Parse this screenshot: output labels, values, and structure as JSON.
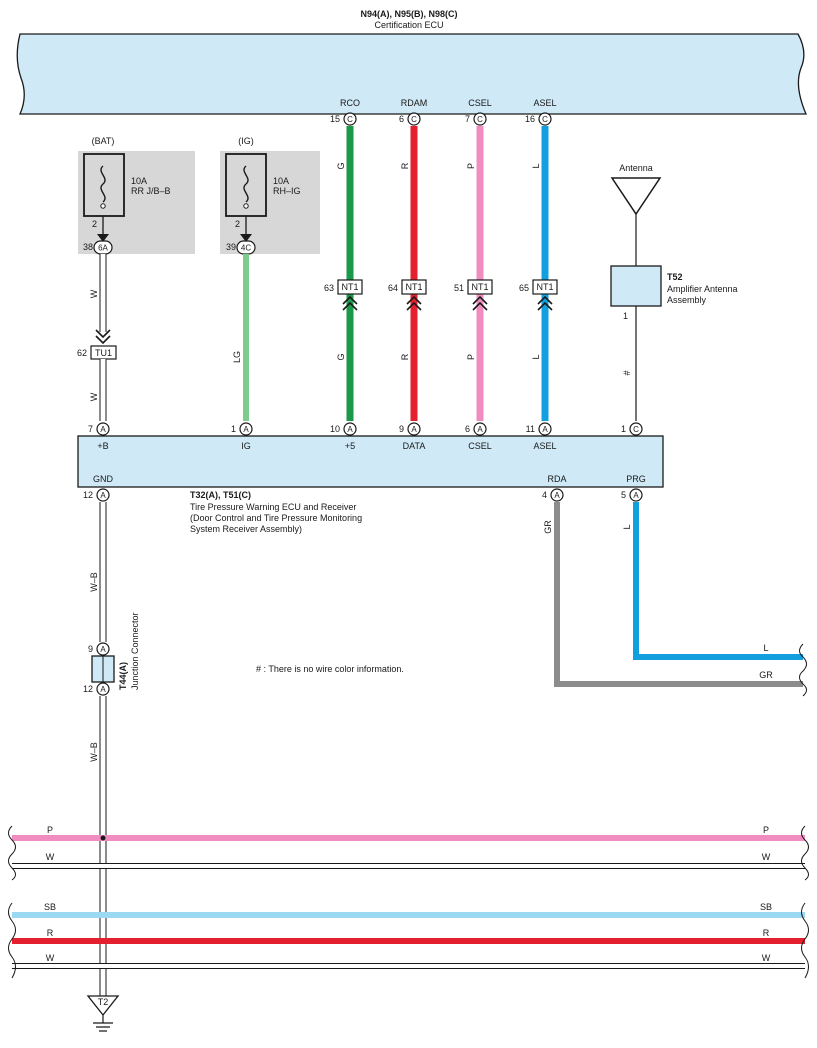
{
  "cert_ecu": {
    "codes": "N94(A), N95(B), N98(C)",
    "name": "Certification ECU"
  },
  "cert_pins": [
    {
      "label": "RCO",
      "num": "15",
      "conn": "C",
      "color": "G",
      "hex": "#1a9a48"
    },
    {
      "label": "RDAM",
      "num": "6",
      "conn": "C",
      "color": "R",
      "hex": "#e5202e"
    },
    {
      "label": "CSEL",
      "num": "7",
      "conn": "C",
      "color": "P",
      "hex": "#f08cbf"
    },
    {
      "label": "ASEL",
      "num": "16",
      "conn": "C",
      "color": "L",
      "hex": "#119fe0"
    }
  ],
  "nt1": [
    {
      "num": "63",
      "label": "NT1"
    },
    {
      "num": "64",
      "label": "NT1"
    },
    {
      "num": "51",
      "label": "NT1"
    },
    {
      "num": "65",
      "label": "NT1"
    }
  ],
  "bat_fuse": {
    "source": "(BAT)",
    "rating": "10A",
    "name": "RR J/B–B",
    "pin": "2",
    "conn_num": "38",
    "conn": "6A",
    "wire": "W"
  },
  "ig_fuse": {
    "source": "(IG)",
    "rating": "10A",
    "name": "RH–IG",
    "pin": "2",
    "conn_num": "39",
    "conn": "4C",
    "wire": "LG"
  },
  "tu1": {
    "num": "62",
    "label": "TU1",
    "wire": "W"
  },
  "antenna": {
    "label": "Antenna"
  },
  "t52": {
    "code": "T52",
    "name1": "Amplifier Antenna",
    "name2": "Assembly",
    "pin": "1",
    "wire": "#"
  },
  "ecu": {
    "codes": "T32(A), T51(C)",
    "name1": "Tire Pressure Warning ECU and Receiver",
    "name2": "(Door Control and Tire Pressure Monitoring",
    "name3": " System Receiver Assembly)",
    "top_pins": [
      {
        "num": "7",
        "conn": "A",
        "label": "+B"
      },
      {
        "num": "1",
        "conn": "A",
        "label": "IG"
      },
      {
        "num": "10",
        "conn": "A",
        "label": "+5"
      },
      {
        "num": "9",
        "conn": "A",
        "label": "DATA"
      },
      {
        "num": "6",
        "conn": "A",
        "label": "CSEL"
      },
      {
        "num": "11",
        "conn": "A",
        "label": "ASEL"
      },
      {
        "num": "1",
        "conn": "C",
        "label": ""
      }
    ],
    "bottom_pins": [
      {
        "num": "12",
        "conn": "A",
        "label": "GND"
      },
      {
        "num": "4",
        "conn": "A",
        "label": "RDA"
      },
      {
        "num": "5",
        "conn": "A",
        "label": "PRG"
      }
    ]
  },
  "gnd_wire": "W–B",
  "gr_wire": "GR",
  "prg_wire": "L",
  "junction": {
    "code": "T44(A)",
    "name": "Junction Connector",
    "pin_top": "9",
    "pin_bottom": "12",
    "conn": "A"
  },
  "note": "# : There is no wire color information.",
  "right_wires": [
    {
      "label": "L",
      "hex": "#119fe0"
    },
    {
      "label": "GR",
      "hex": "#8c8c8c"
    }
  ],
  "bus_wires": [
    {
      "label": "P",
      "hex": "#f08cbf"
    },
    {
      "label": "W",
      "hex": "#ffffff"
    },
    {
      "label": "SB",
      "hex": "#9bd8f2"
    },
    {
      "label": "R",
      "hex": "#e5202e"
    },
    {
      "label": "W",
      "hex": "#ffffff"
    }
  ],
  "ground": {
    "label": "T2"
  }
}
